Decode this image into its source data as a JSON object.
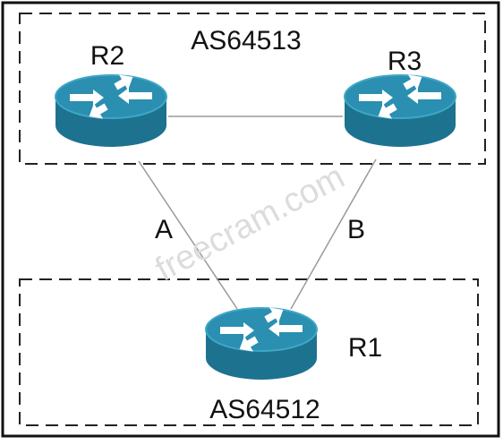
{
  "diagram": {
    "as_upper": {
      "label": "AS64513"
    },
    "as_lower": {
      "label": "AS64512"
    },
    "routers": [
      {
        "id": "R2",
        "label": "R2"
      },
      {
        "id": "R3",
        "label": "R3"
      },
      {
        "id": "R1",
        "label": "R1"
      }
    ],
    "links": [
      {
        "id": "link-r2-r3",
        "from": "R2",
        "to": "R3",
        "label": ""
      },
      {
        "id": "link-a",
        "from": "R2",
        "to": "R1",
        "label": "A"
      },
      {
        "id": "link-b",
        "from": "R3",
        "to": "R1",
        "label": "B"
      }
    ],
    "watermark": "freecram.com"
  },
  "colors": {
    "router_side": "#1d7290",
    "router_top": "#2a8fb0",
    "router_rim": "#3fa7c6",
    "frame": "#111111",
    "dashed": "#222222",
    "link": "#9a9a9a",
    "watermark": "#dcdcdc"
  }
}
